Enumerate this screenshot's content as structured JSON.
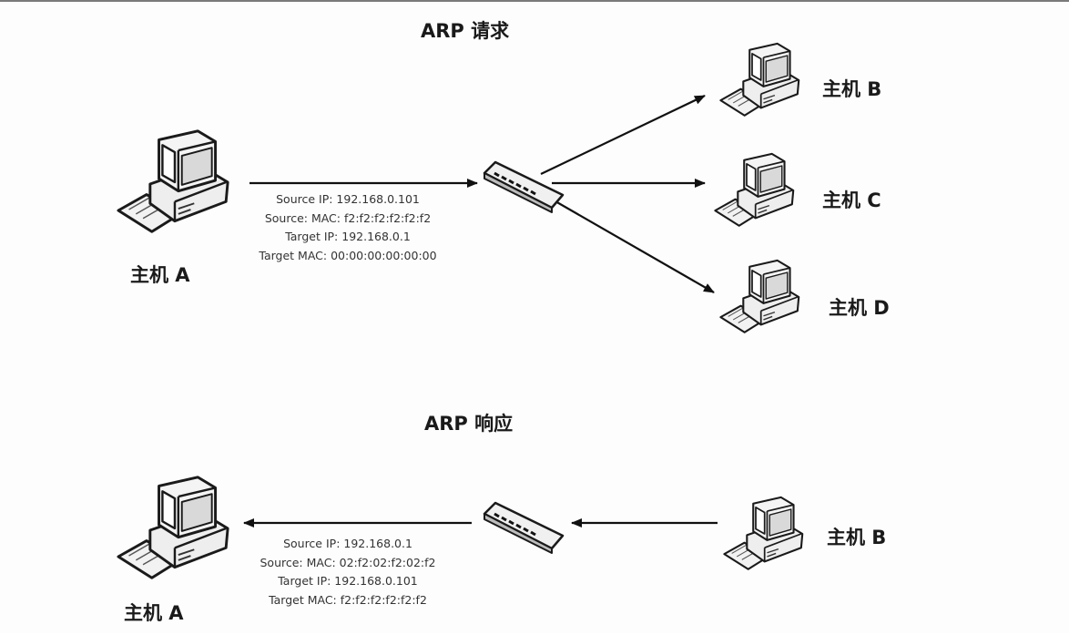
{
  "request": {
    "title": "ARP 请求",
    "sender": "主机 A",
    "receivers": [
      "主机 B",
      "主机 C",
      "主机 D"
    ],
    "packet": [
      "Source IP: 192.168.0.101",
      "Source: MAC: f2:f2:f2:f2:f2:f2",
      "Target IP: 192.168.0.1",
      "Target MAC: 00:00:00:00:00:00"
    ]
  },
  "response": {
    "title": "ARP 响应",
    "receiver": "主机 A",
    "sender": "主机 B",
    "packet": [
      "Source IP: 192.168.0.1",
      "Source: MAC: 02:f2:02:f2:02:f2",
      "Target IP: 192.168.0.101",
      "Target MAC:  f2:f2:f2:f2:f2:f2"
    ]
  },
  "icons": {
    "host": "desktop-computer-icon",
    "switch": "network-switch-icon"
  }
}
